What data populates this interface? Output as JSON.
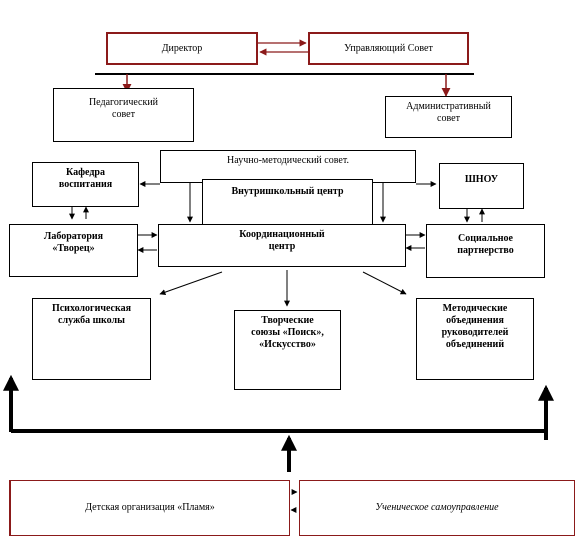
{
  "colors": {
    "box_border": "#000000",
    "accent_border": "#8b1a1a",
    "connector": "#000000",
    "red_arrow": "#8b1a1a"
  },
  "nodes": {
    "director": "Директор",
    "governing_council": "Управляющий Совет",
    "pedagogical_council": "Педагогический совет",
    "administrative_council": "Административный совет",
    "scientific_council": "Научно-методический совет.",
    "education_chair": "Кафедра воспитания",
    "intraschool_center": "Внутришкольный центр",
    "shnou": "ШНОУ",
    "laboratory": "Лаборатория «Творец»",
    "coordination_center": "Координационный центр",
    "social_partnership": "Социальное партнерство",
    "psychological_service": "Психологическая служба школы",
    "creative_unions": "Творческие союзы «Поиск», «Искусство»",
    "methodical_associations": "Методические объединения руководителей объединений",
    "children_organization": "Детская организация «Пламя»",
    "student_government": "Ученическое самоуправление"
  }
}
